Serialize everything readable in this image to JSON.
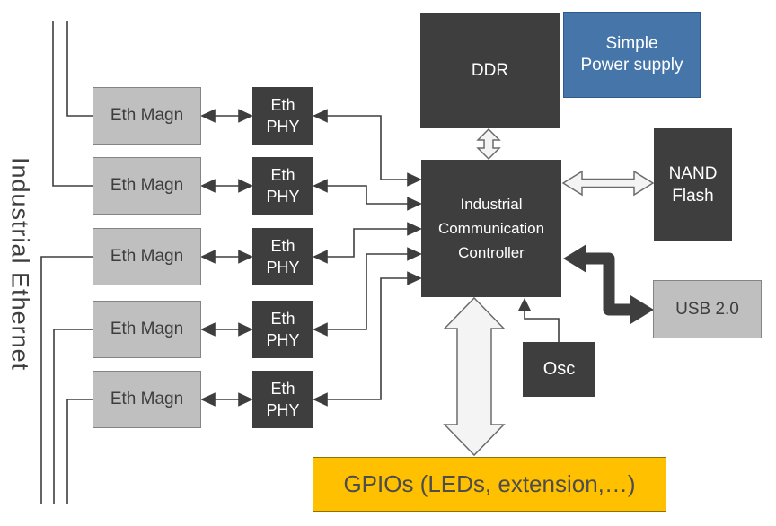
{
  "diagram_title": "Industrial Ethernet",
  "bus_label": "Industrial Ethernet",
  "rows": [
    {
      "magn_label": "Eth Magn",
      "phy_label": "Eth\nPHY"
    },
    {
      "magn_label": "Eth Magn",
      "phy_label": "Eth\nPHY"
    },
    {
      "magn_label": "Eth Magn",
      "phy_label": "Eth\nPHY"
    },
    {
      "magn_label": "Eth Magn",
      "phy_label": "Eth\nPHY"
    },
    {
      "magn_label": "Eth Magn",
      "phy_label": "Eth\nPHY"
    }
  ],
  "blocks": {
    "ddr": "DDR",
    "power_supply": "Simple\nPower supply",
    "nand_flash": "NAND\nFlash",
    "controller": "Industrial\nCommunication\nController",
    "usb": "USB 2.0",
    "osc": "Osc",
    "gpio": "GPIOs (LEDs, extension,…)"
  },
  "colors": {
    "dark_block": "#3E3E3E",
    "gray_block": "#BFBFBF",
    "blue_block": "#4575A9",
    "yellow_block": "#FFC000",
    "open_arrow_fill": "#F4F4F4",
    "open_arrow_stroke": "#6B6B6B",
    "line": "#3E3E3E",
    "text_dark": "#3f3f3f",
    "text_light": "#ffffff"
  },
  "edges": [
    {
      "from": "ethernet-bus",
      "to": "eth-magn-1",
      "style": "line"
    },
    {
      "from": "ethernet-bus",
      "to": "eth-magn-2",
      "style": "line"
    },
    {
      "from": "ethernet-bus",
      "to": "eth-magn-3",
      "style": "line"
    },
    {
      "from": "ethernet-bus",
      "to": "eth-magn-4",
      "style": "line"
    },
    {
      "from": "ethernet-bus",
      "to": "eth-magn-5",
      "style": "line"
    },
    {
      "from": "eth-magn-1",
      "to": "eth-phy-1",
      "style": "double-arrow"
    },
    {
      "from": "eth-magn-2",
      "to": "eth-phy-2",
      "style": "double-arrow"
    },
    {
      "from": "eth-magn-3",
      "to": "eth-phy-3",
      "style": "double-arrow"
    },
    {
      "from": "eth-magn-4",
      "to": "eth-phy-4",
      "style": "double-arrow"
    },
    {
      "from": "eth-magn-5",
      "to": "eth-phy-5",
      "style": "double-arrow"
    },
    {
      "from": "eth-phy-1",
      "to": "controller",
      "style": "double-arrow"
    },
    {
      "from": "eth-phy-2",
      "to": "controller",
      "style": "double-arrow"
    },
    {
      "from": "eth-phy-3",
      "to": "controller",
      "style": "double-arrow"
    },
    {
      "from": "eth-phy-4",
      "to": "controller",
      "style": "double-arrow"
    },
    {
      "from": "eth-phy-5",
      "to": "controller",
      "style": "double-arrow"
    },
    {
      "from": "ddr",
      "to": "controller",
      "style": "open-double-arrow"
    },
    {
      "from": "controller",
      "to": "nand-flash",
      "style": "open-double-arrow"
    },
    {
      "from": "controller",
      "to": "gpio",
      "style": "open-double-arrow"
    },
    {
      "from": "controller",
      "to": "usb",
      "style": "thick-double-arrow"
    },
    {
      "from": "osc",
      "to": "controller",
      "style": "arrow"
    }
  ]
}
